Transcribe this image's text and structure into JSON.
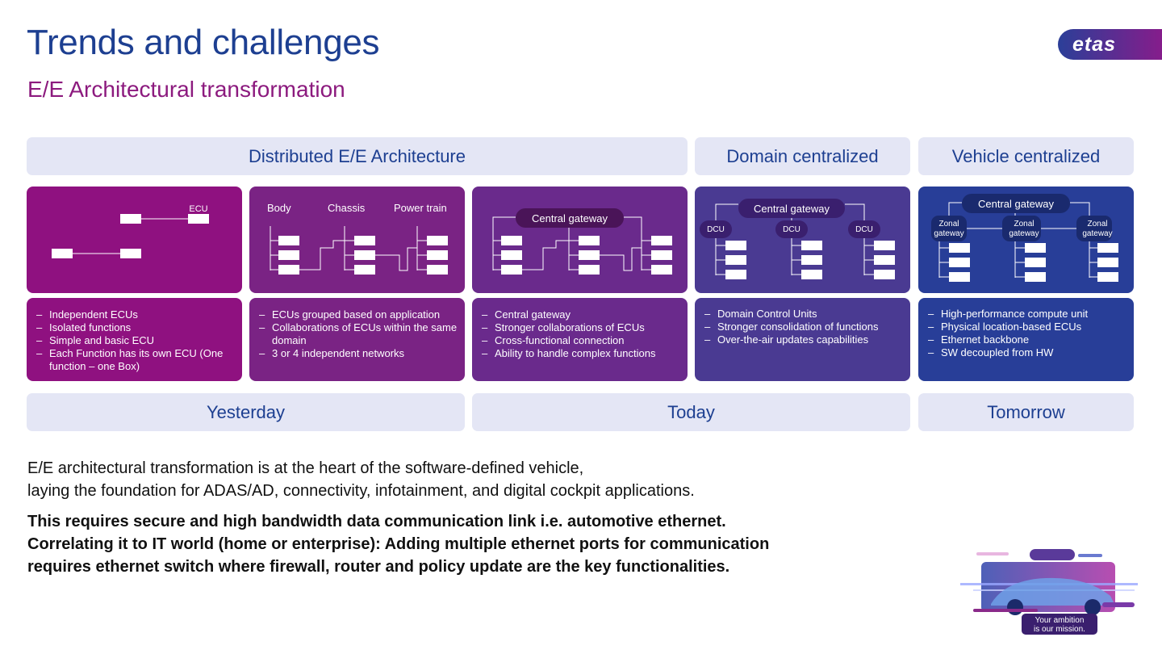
{
  "title": "Trends and challenges",
  "subtitle": "E/E Architectural transformation",
  "logo": "etas",
  "headers": {
    "distributed": "Distributed E/E Architecture",
    "domain": "Domain centralized",
    "vehicle": "Vehicle centralized"
  },
  "diagrams": {
    "ecu_label": "ECU",
    "body": "Body",
    "chassis": "Chassis",
    "powertrain": "Power train",
    "central_gateway": "Central gateway",
    "dcu": "DCU",
    "zonal_line1": "Zonal",
    "zonal_line2": "gateway"
  },
  "descriptions": {
    "col1": [
      "Independent ECUs",
      "Isolated functions",
      "Simple and basic ECU",
      "Each Function has its own ECU (One function – one Box)"
    ],
    "col2": [
      "ECUs grouped based on application",
      "Collaborations of ECUs within the same domain",
      "3 or 4 independent networks"
    ],
    "col3": [
      "Central gateway",
      "Stronger collaborations of ECUs",
      "Cross-functional connection",
      "Ability to handle complex functions"
    ],
    "col4": [
      "Domain Control Units",
      "Stronger consolidation of functions",
      "Over-the-air updates capabilities"
    ],
    "col5": [
      "High-performance compute unit",
      "Physical location-based ECUs",
      "Ethernet backbone",
      "SW decoupled from HW"
    ]
  },
  "timeline": {
    "yesterday": "Yesterday",
    "today": "Today",
    "tomorrow": "Tomorrow"
  },
  "paragraph": {
    "line1": "E/E architectural transformation is at the heart of the software-defined vehicle,",
    "line2": "laying the foundation for ADAS/AD, connectivity, infotainment, and digital cockpit applications."
  },
  "bold_text": {
    "line1": "This requires secure and high bandwidth data communication link i.e. automotive ethernet.",
    "line2": "Correlating it to IT world (home or enterprise): Adding multiple ethernet ports for communication",
    "line3": "requires ethernet switch where firewall, router and policy update are the key functionalities."
  },
  "tagline": {
    "line1": "Your ambition",
    "line2": "is our mission."
  },
  "colors": {
    "col1": "#8f1180",
    "col2": "#7a2384",
    "col3": "#6a2a8c",
    "col4": "#4a3a92",
    "col5": "#283e98",
    "title": "#1d3f91",
    "subtitle": "#8c1a7e",
    "header_bg": "#e4e6f5"
  }
}
